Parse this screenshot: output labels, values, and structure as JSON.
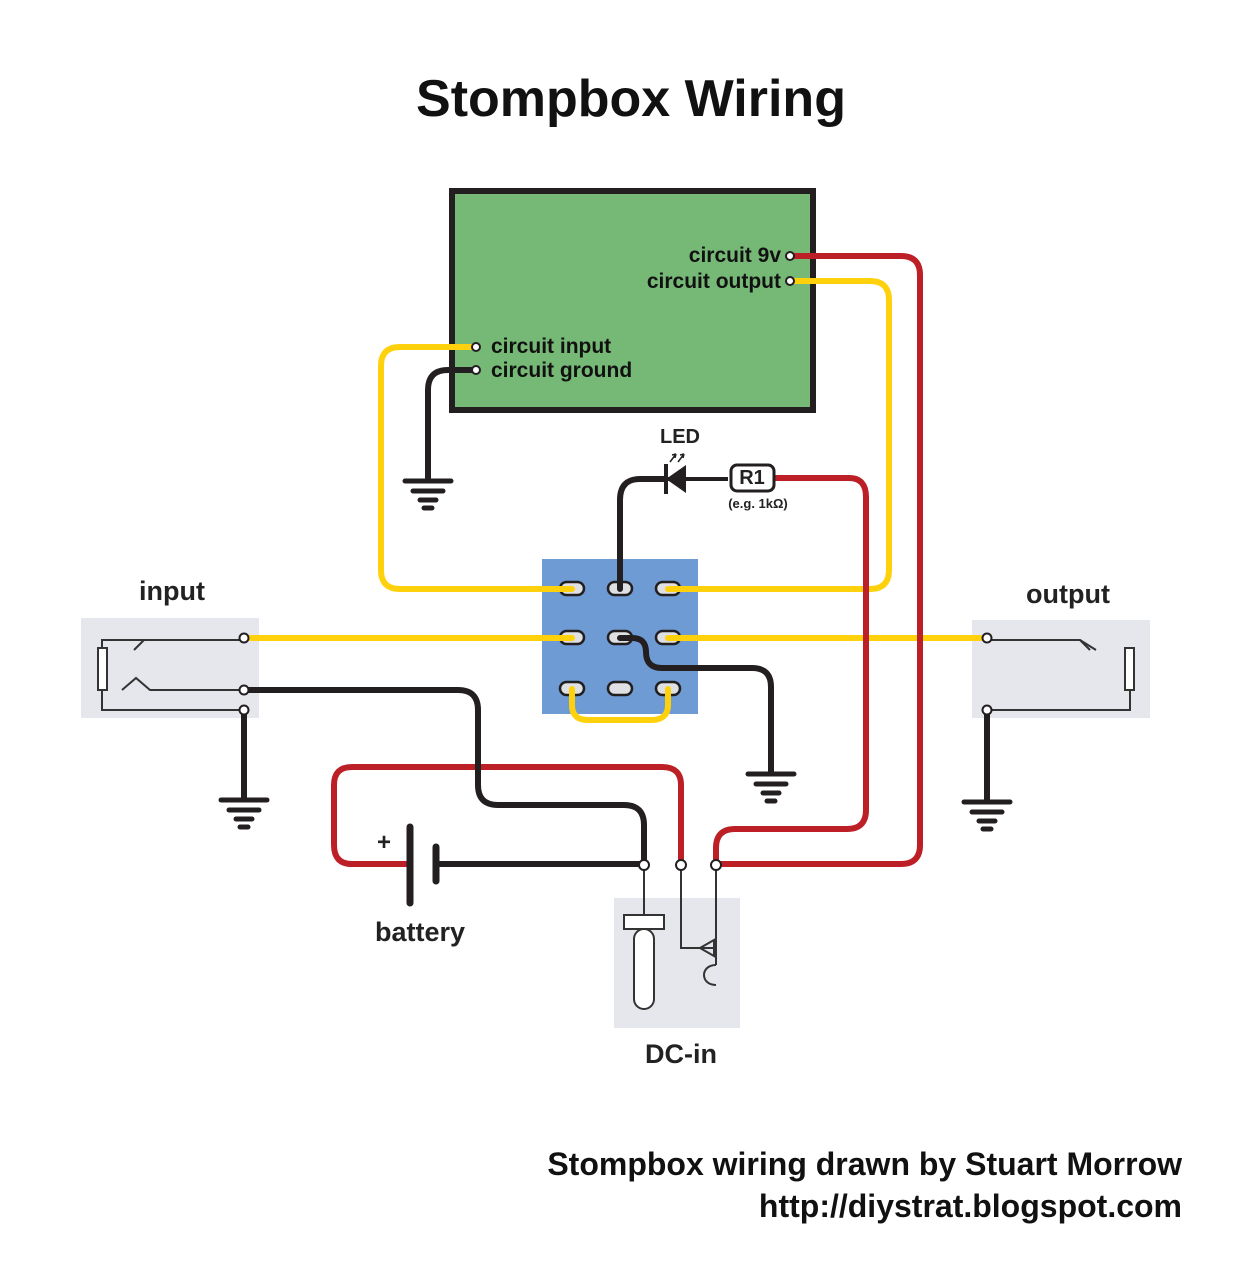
{
  "title": "Stompbox Wiring",
  "circuit_board": {
    "pin_9v": "circuit 9v",
    "pin_output": "circuit output",
    "pin_input": "circuit input",
    "pin_ground": "circuit ground"
  },
  "led": {
    "label": "LED"
  },
  "resistor": {
    "label": "R1",
    "value": "(e.g. 1kΩ)"
  },
  "jacks": {
    "input_label": "input",
    "output_label": "output"
  },
  "battery": {
    "label": "battery",
    "polarity": "+"
  },
  "dc_in": {
    "label": "DC-in"
  },
  "credit": {
    "line1": "Stompbox wiring drawn by Stuart Morrow",
    "line2": "http://diystrat.blogspot.com"
  },
  "colors": {
    "signal_wire": "#ffd10d",
    "power_wire": "#bc2026",
    "ground_wire": "#231f20",
    "circuit_board": "#76b876",
    "footswitch": "#6e9bd3",
    "jack_body": "#e6e7ec"
  },
  "icons": [
    "ground-symbol-icon",
    "led-diode-icon",
    "resistor-icon",
    "battery-cell-icon",
    "dc-jack-icon",
    "audio-jack-icon"
  ]
}
